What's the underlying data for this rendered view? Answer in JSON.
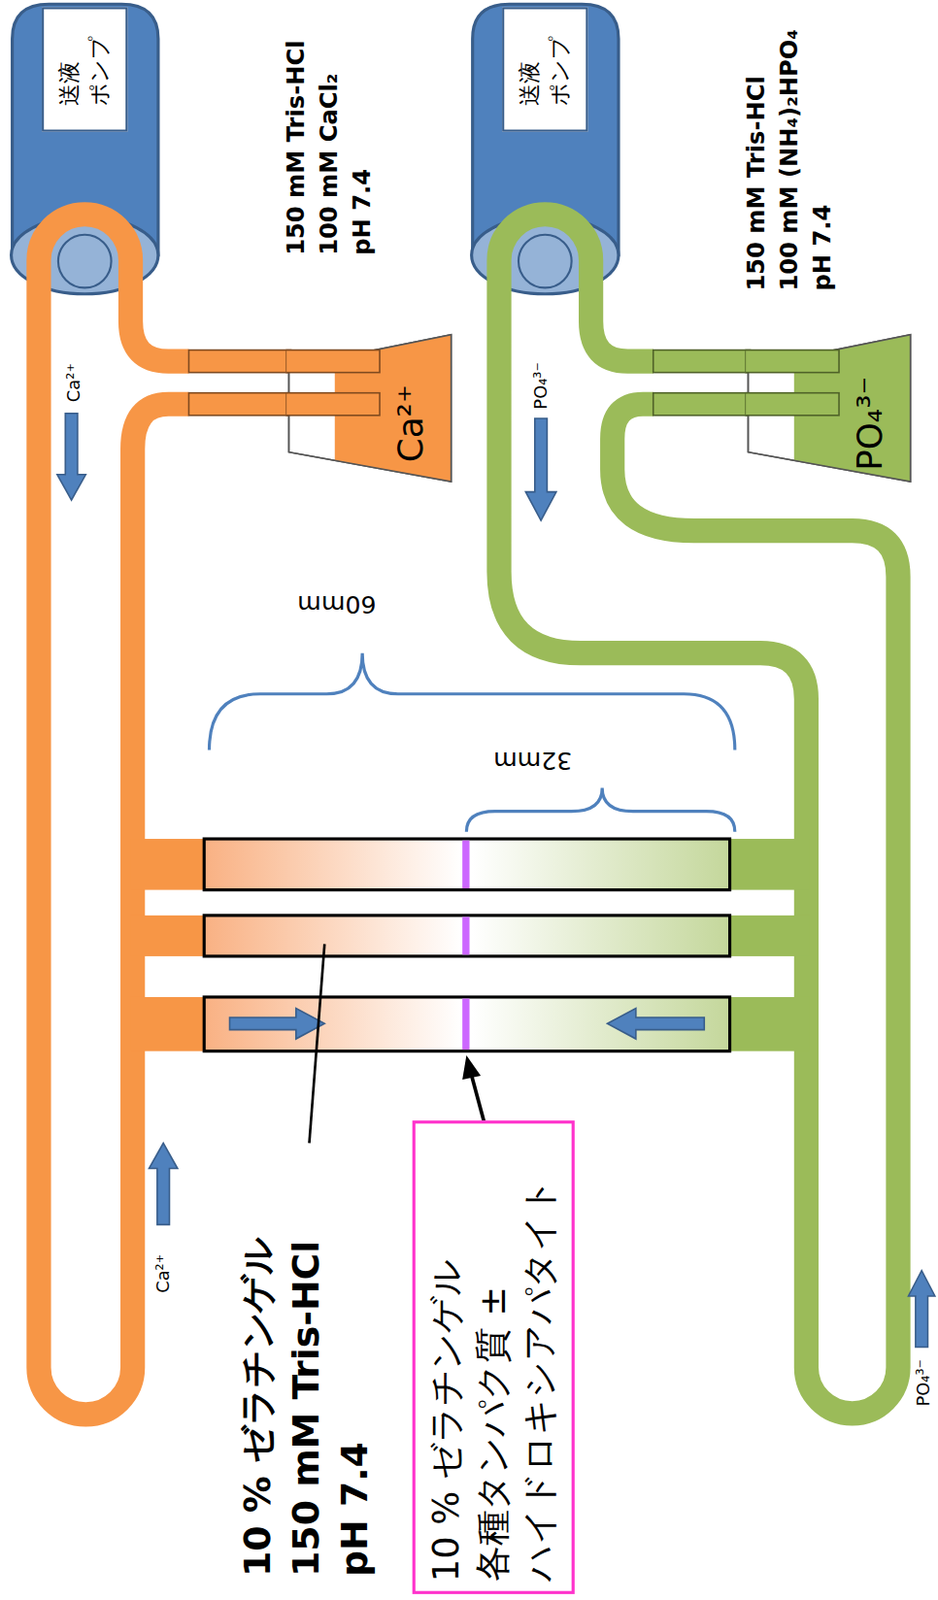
{
  "diagram": {
    "nodes": [
      {
        "text": [
          "送液 ポンプ"
        ]
      },
      {
        "text": [
          "Ca²⁺"
        ]
      },
      {
        "text": [
          "送液 ポンプ"
        ]
      },
      {
        "text": [
          "PO₄³⁻"
        ]
      },
      {
        "text": [
          "10 % ゼラチンゲル 各種タンパク質 ± ハイドロキシアパタイト"
        ]
      }
    ],
    "labels": [
      "150 mM Tris-HCl",
      "100 mM CaCl₂",
      "pH 7.4",
      "150 mM Tris-HCl",
      "100 mM (NH₄)₂HPO₄",
      "pH 7.4",
      "Ca²⁺",
      "PO₄³⁻",
      "60mm",
      "32mm",
      "10 % ゼラチンゲル",
      "150 mM Tris-HCl",
      "pH 7.4",
      "Ca²⁺",
      "PO₄³⁻"
    ]
  }
}
